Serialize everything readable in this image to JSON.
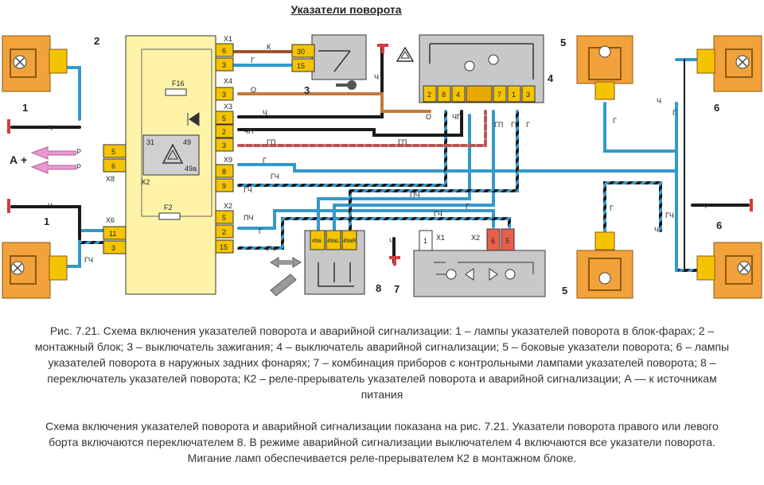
{
  "title": "Указатели поворота",
  "components": {
    "c1": "1",
    "c2": "2",
    "c3": "3",
    "c4": "4",
    "c5": "5",
    "c6": "6",
    "c7": "7",
    "c8": "8",
    "a_plus": "А +"
  },
  "connectors": {
    "x1": "X1",
    "x3": "X3",
    "x4": "X4",
    "x6": "X6",
    "x8": "X8",
    "x9": "X9",
    "x2b": "X2",
    "x1b": "X1",
    "k2": "К2",
    "f16": "F16",
    "f2": "F2"
  },
  "pins": {
    "x1_a": "6",
    "x1_b": "3",
    "x4_a": "3",
    "x3_a": "5",
    "x3_b": "2",
    "x3_c": "3",
    "x9_a": "8",
    "x9_b": "9",
    "x2_a": "5",
    "x2_b": "2",
    "x2_c": "15",
    "x8_a": "5",
    "x8_b": "6",
    "x6_a": "11",
    "x6_b": "3",
    "sw3_a": "30",
    "sw3_b": "15",
    "relay_a": "31",
    "relay_b": "49",
    "relay_c": "49a",
    "hz_pins": [
      "2",
      "8",
      "4",
      "7",
      "1",
      "3"
    ],
    "sw8_pins": [
      "49a",
      "49aL",
      "49aR"
    ],
    "ip_pin": "1",
    "x2b_a": "6",
    "x2b_b": "5"
  },
  "wires": {
    "k": "К",
    "g": "Г",
    "o": "О",
    "ch": "Ч",
    "chp": "ЧП",
    "gp": "ГП",
    "gch": "ГЧ",
    "pch": "ПЧ",
    "r": "Р"
  },
  "caption": {
    "p1": "Рис. 7.21. Схема включения указателей поворота и аварийной сигнализации: 1 – лампы указателей поворота в блок-фарах; 2 – монтажный блок; 3 – выключатель зажигания; 4 – выключатель аварийной сигнализации; 5 – боковые указатели поворота; 6 – лампы указателей поворота в наружных задних фонарях; 7 – комбинация приборов с контрольными лампами указателей поворота; 8 – переключатель указателей поворота; К2 – реле-прерыватель указателей поворота и аварийной сигнализации; А — к источникам питания",
    "p2": "Схема включения указателей поворота и аварийной сигнализации показана на рис. 7.21. Указатели поворота правого или левого борта включаются переключателем 8. В режиме аварийной сигнализации выключателем 4 включаются все указатели поворота. Мигание ламп обеспечивается реле-прерывателем К2 в монтажном блоке."
  },
  "colors": {
    "blue": "#3399cc",
    "black": "#1a1a1a",
    "orange": "#f2a23a",
    "brown": "#c27a3a",
    "yellow_block": "#fff3a8",
    "pin_yellow": "#f5c400",
    "grey_switch": "#c8c8c8",
    "red": "#d93a3a",
    "pink": "#e89ad0"
  }
}
